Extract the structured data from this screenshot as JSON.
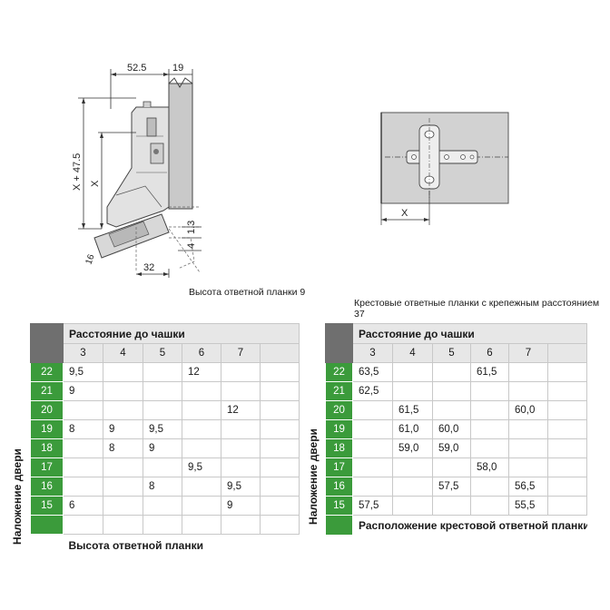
{
  "hinge": {
    "dim_top": "52.5",
    "dim_top2": "19",
    "dim_x47": "X + 47.5",
    "dim_x": "X",
    "dim_13": "1.3",
    "dim_4": "4",
    "dim_16": "16",
    "dim_32": "32",
    "caption": "Высота ответной планки 9"
  },
  "plate": {
    "dim_x": "X",
    "caption": "Крестовые ответные планки с крепежным расстоянием 37"
  },
  "left_table": {
    "header": "Расстояние до чашки",
    "columns": [
      "3",
      "4",
      "5",
      "6",
      "7",
      ""
    ],
    "side_label": "Наложение двери",
    "footer": "Высота ответной планки",
    "rows": [
      {
        "key": "22",
        "cells": [
          "9,5",
          "",
          "",
          "12",
          "",
          ""
        ]
      },
      {
        "key": "21",
        "cells": [
          "9",
          "",
          "",
          "",
          "",
          ""
        ]
      },
      {
        "key": "20",
        "cells": [
          "",
          "",
          "",
          "",
          "12",
          ""
        ]
      },
      {
        "key": "19",
        "cells": [
          "8",
          "9",
          "9,5",
          "",
          "",
          ""
        ]
      },
      {
        "key": "18",
        "cells": [
          "",
          "8",
          "9",
          "",
          "",
          ""
        ]
      },
      {
        "key": "17",
        "cells": [
          "",
          "",
          "",
          "9,5",
          "",
          ""
        ]
      },
      {
        "key": "16",
        "cells": [
          "",
          "",
          "8",
          "",
          "9,5",
          ""
        ]
      },
      {
        "key": "15",
        "cells": [
          "6",
          "",
          "",
          "",
          "9",
          ""
        ]
      },
      {
        "key": "",
        "cells": [
          "",
          "",
          "",
          "",
          "",
          ""
        ]
      }
    ]
  },
  "right_table": {
    "header": "Расстояние до чашки",
    "columns": [
      "3",
      "4",
      "5",
      "6",
      "7",
      ""
    ],
    "side_label": "Наложение двери",
    "footer": "Расположение крестовой ответной планки (X)",
    "rows": [
      {
        "key": "22",
        "cells": [
          "63,5",
          "",
          "",
          "61,5",
          "",
          ""
        ]
      },
      {
        "key": "21",
        "cells": [
          "62,5",
          "",
          "",
          "",
          "",
          ""
        ]
      },
      {
        "key": "20",
        "cells": [
          "",
          "61,5",
          "",
          "",
          "60,0",
          ""
        ]
      },
      {
        "key": "19",
        "cells": [
          "",
          "61,0",
          "60,0",
          "",
          "",
          ""
        ]
      },
      {
        "key": "18",
        "cells": [
          "",
          "59,0",
          "59,0",
          "",
          "",
          ""
        ]
      },
      {
        "key": "17",
        "cells": [
          "",
          "",
          "",
          "58,0",
          "",
          ""
        ]
      },
      {
        "key": "16",
        "cells": [
          "",
          "",
          "57,5",
          "",
          "56,5",
          ""
        ]
      },
      {
        "key": "15",
        "cells": [
          "57,5",
          "",
          "",
          "",
          "55,5",
          ""
        ]
      }
    ]
  }
}
